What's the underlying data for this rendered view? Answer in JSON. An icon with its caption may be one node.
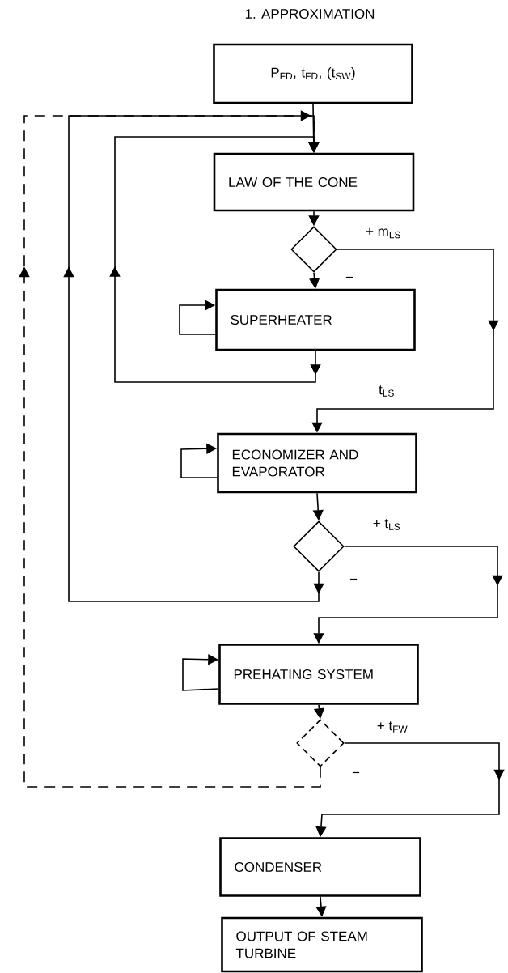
{
  "diagram": {
    "title": "1. APPROXIMATION",
    "nodes": [
      {
        "text": [
          "P$_{FD}$, t$_{FD}$, (t$_{SW}$)"
        ]
      },
      {
        "text": [
          "LAW OF THE CONE"
        ]
      },
      {
        "text": [],
        "shape": "diamond"
      },
      {
        "text": [
          "SUPERHEATER"
        ]
      },
      {
        "text": [
          "ECONOMIZER AND EVAPORATOR"
        ]
      },
      {
        "text": [],
        "shape": "diamond"
      },
      {
        "text": [
          "PREHATING SYSTEM"
        ]
      },
      {
        "text": [],
        "shape": "diamond"
      },
      {
        "text": [
          "CONDENSER"
        ]
      },
      {
        "text": [
          "OUTPUT OF STEAM TURBINE"
        ]
      }
    ],
    "edges": [
      {
        "from": 0,
        "to": 1,
        "arrow": "to"
      },
      {
        "from": 1,
        "to": 2,
        "arrow": "to"
      },
      {
        "from": 2,
        "to": 3,
        "arrow": "to",
        "label": "−"
      },
      {
        "from": 2,
        "to": 4,
        "arrow": "to",
        "label": "+ m$_{LS}$"
      },
      {
        "from": 3,
        "to": 1,
        "arrow": "to"
      },
      {
        "from": 3,
        "to": 3,
        "arrow": "to"
      },
      {
        "from": 4,
        "to": 4,
        "arrow": "to"
      },
      {
        "from": 4,
        "to": 5,
        "arrow": "to"
      },
      {
        "from": 5,
        "to": 6,
        "arrow": "to",
        "label": "+ t$_{LS}$"
      },
      {
        "from": 5,
        "to": 1,
        "arrow": "to",
        "label": "−"
      },
      {
        "from": 6,
        "to": 6,
        "arrow": "to"
      },
      {
        "from": 6,
        "to": 7,
        "arrow": "to"
      },
      {
        "from": 7,
        "to": 8,
        "arrow": "to",
        "label": "+ t$_{FW}$"
      },
      {
        "from": 7,
        "to": 1,
        "arrow": "to",
        "style": "dashed",
        "label": "−"
      },
      {
        "from": 8,
        "to": 9,
        "arrow": "to"
      }
    ],
    "labels": [
      "t$_{LS}$"
    ]
  }
}
